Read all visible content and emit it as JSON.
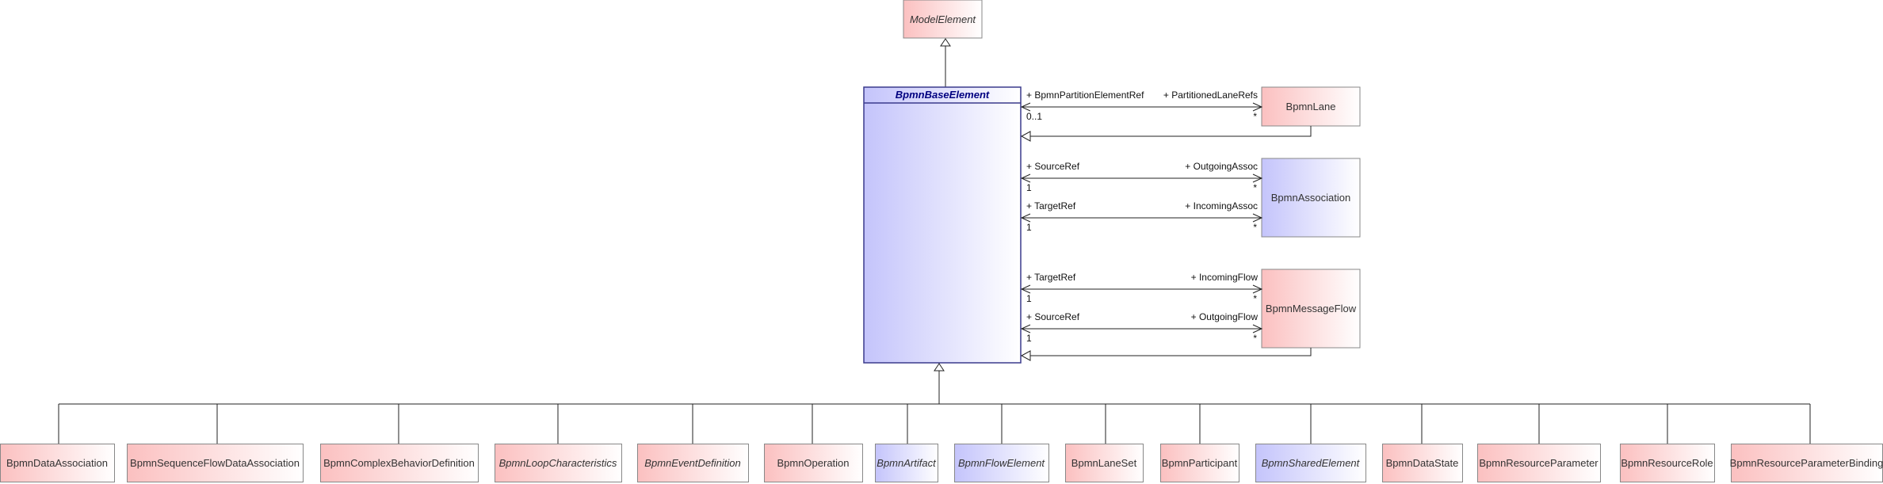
{
  "diagram": {
    "top_class": {
      "name": "ModelElement",
      "abstract": true
    },
    "main_class": {
      "name": "BpmnBaseElement",
      "abstract": true
    },
    "right_classes": [
      {
        "name": "BpmnLane"
      },
      {
        "name": "BpmnAssociation"
      },
      {
        "name": "BpmnMessageFlow"
      }
    ],
    "associations": [
      {
        "left_role": "+ BpmnPartitionElementRef",
        "right_role": "+ PartitionedLaneRefs",
        "left_mult": "0..1",
        "right_mult": "*"
      },
      {
        "left_role": "+ SourceRef",
        "right_role": "+ OutgoingAssoc",
        "left_mult": "1",
        "right_mult": "*"
      },
      {
        "left_role": "+ TargetRef",
        "right_role": "+ IncomingAssoc",
        "left_mult": "1",
        "right_mult": "*"
      },
      {
        "left_role": "+ TargetRef",
        "right_role": "+ IncomingFlow",
        "left_mult": "1",
        "right_mult": "*"
      },
      {
        "left_role": "+ SourceRef",
        "right_role": "+ OutgoingFlow",
        "left_mult": "1",
        "right_mult": "*"
      }
    ],
    "subclasses": [
      {
        "name": "BpmnDataAssociation",
        "abstract": false,
        "color": "red"
      },
      {
        "name": "BpmnSequenceFlowDataAssociation",
        "abstract": false,
        "color": "red"
      },
      {
        "name": "BpmnComplexBehaviorDefinition",
        "abstract": false,
        "color": "red"
      },
      {
        "name": "BpmnLoopCharacteristics",
        "abstract": true,
        "color": "red"
      },
      {
        "name": "BpmnEventDefinition",
        "abstract": true,
        "color": "red"
      },
      {
        "name": "BpmnOperation",
        "abstract": false,
        "color": "red"
      },
      {
        "name": "BpmnArtifact",
        "abstract": true,
        "color": "blue"
      },
      {
        "name": "BpmnFlowElement",
        "abstract": true,
        "color": "blue"
      },
      {
        "name": "BpmnLaneSet",
        "abstract": false,
        "color": "red"
      },
      {
        "name": "BpmnParticipant",
        "abstract": false,
        "color": "red"
      },
      {
        "name": "BpmnSharedElement",
        "abstract": true,
        "color": "blue"
      },
      {
        "name": "BpmnDataState",
        "abstract": false,
        "color": "red"
      },
      {
        "name": "BpmnResourceParameter",
        "abstract": false,
        "color": "red"
      },
      {
        "name": "BpmnResourceRole",
        "abstract": false,
        "color": "red"
      },
      {
        "name": "BpmnResourceParameterBinding",
        "abstract": false,
        "color": "red"
      }
    ]
  }
}
